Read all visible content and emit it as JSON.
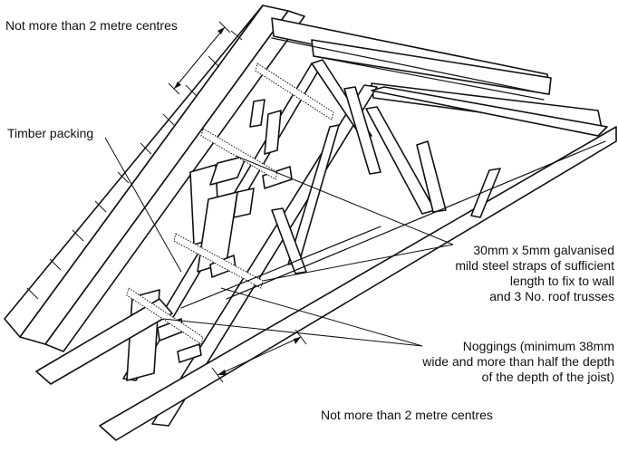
{
  "labels": {
    "spacing_top": "Not more than 2 metre centres",
    "timber_packing": "Timber packing",
    "straps": [
      "30mm x 5mm galvanised",
      "mild steel straps of sufficient",
      "length to fix to wall",
      "and 3 No. roof trusses"
    ],
    "noggings": [
      "Noggings (minimum 38mm",
      "wide and more than half the depth",
      "of the depth of the joist)"
    ],
    "spacing_bottom": "Not more than 2 metre centres"
  }
}
